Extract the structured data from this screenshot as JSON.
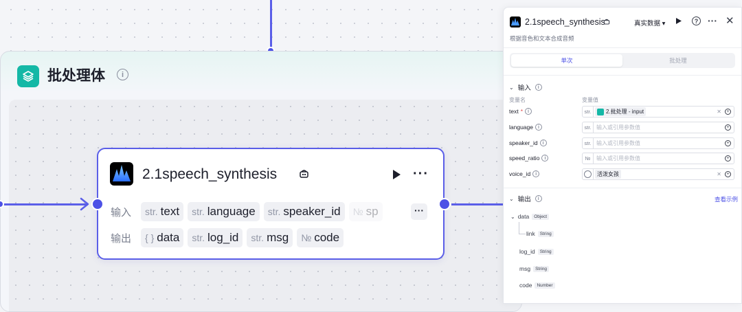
{
  "batch": {
    "title": "批处理体"
  },
  "node": {
    "title": "2.1speech_synthesis",
    "input_label": "输入",
    "output_label": "输出",
    "inputs": [
      {
        "type": "str.",
        "name": "text"
      },
      {
        "type": "str.",
        "name": "language"
      },
      {
        "type": "str.",
        "name": "speaker_id"
      },
      {
        "type": "№",
        "name": "sp"
      }
    ],
    "outputs": [
      {
        "type": "{ }",
        "name": "data"
      },
      {
        "type": "str.",
        "name": "log_id"
      },
      {
        "type": "str.",
        "name": "msg"
      },
      {
        "type": "№",
        "name": "code"
      }
    ],
    "more_label": "···"
  },
  "panel": {
    "title": "2.1speech_synthesis",
    "description": "根据音色和文本合成音频",
    "mode_label": "真实数据",
    "tabs": [
      {
        "label": "单次",
        "active": true
      },
      {
        "label": "批处理",
        "active": false
      }
    ],
    "input_section": "输入",
    "col_name": "变量名",
    "col_value": "变量值",
    "params": [
      {
        "name": "text",
        "required": true,
        "type": "str.",
        "value": "2.批处理 - input",
        "kind": "ref"
      },
      {
        "name": "language",
        "required": false,
        "type": "str.",
        "placeholder": "输入或引用参数值",
        "kind": "empty"
      },
      {
        "name": "speaker_id",
        "required": false,
        "type": "str.",
        "placeholder": "输入或引用参数值",
        "kind": "empty"
      },
      {
        "name": "speed_ratio",
        "required": false,
        "type": "№",
        "placeholder": "输入或引用参数值",
        "kind": "empty"
      },
      {
        "name": "voice_id",
        "required": false,
        "type": "voice",
        "value": "活泼女孩",
        "kind": "voice"
      }
    ],
    "output_section": "输出",
    "view_example": "查看示例",
    "outputs": [
      {
        "name": "data",
        "type": "Object"
      },
      {
        "name": "link",
        "type": "String"
      },
      {
        "name": "log_id",
        "type": "String"
      },
      {
        "name": "msg",
        "type": "String"
      },
      {
        "name": "code",
        "type": "Number"
      }
    ]
  },
  "colors": {
    "accent": "#4d52e6",
    "batch_icon": "#14b8a6",
    "edge": "#5a5ee8"
  }
}
